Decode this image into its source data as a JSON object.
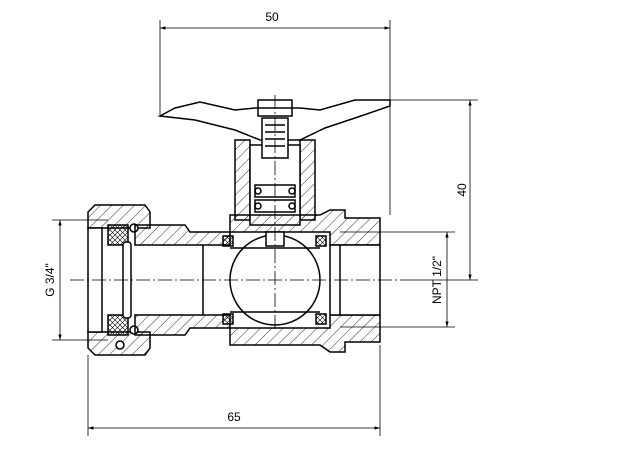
{
  "drawing": {
    "dimensions": {
      "top_width": "50",
      "handle_height": "40",
      "overall_length": "65",
      "inlet_thread": "G 3/4\"",
      "outlet_thread": "NPT 1/2\""
    },
    "line_color": "#000000",
    "background": "#ffffff"
  }
}
